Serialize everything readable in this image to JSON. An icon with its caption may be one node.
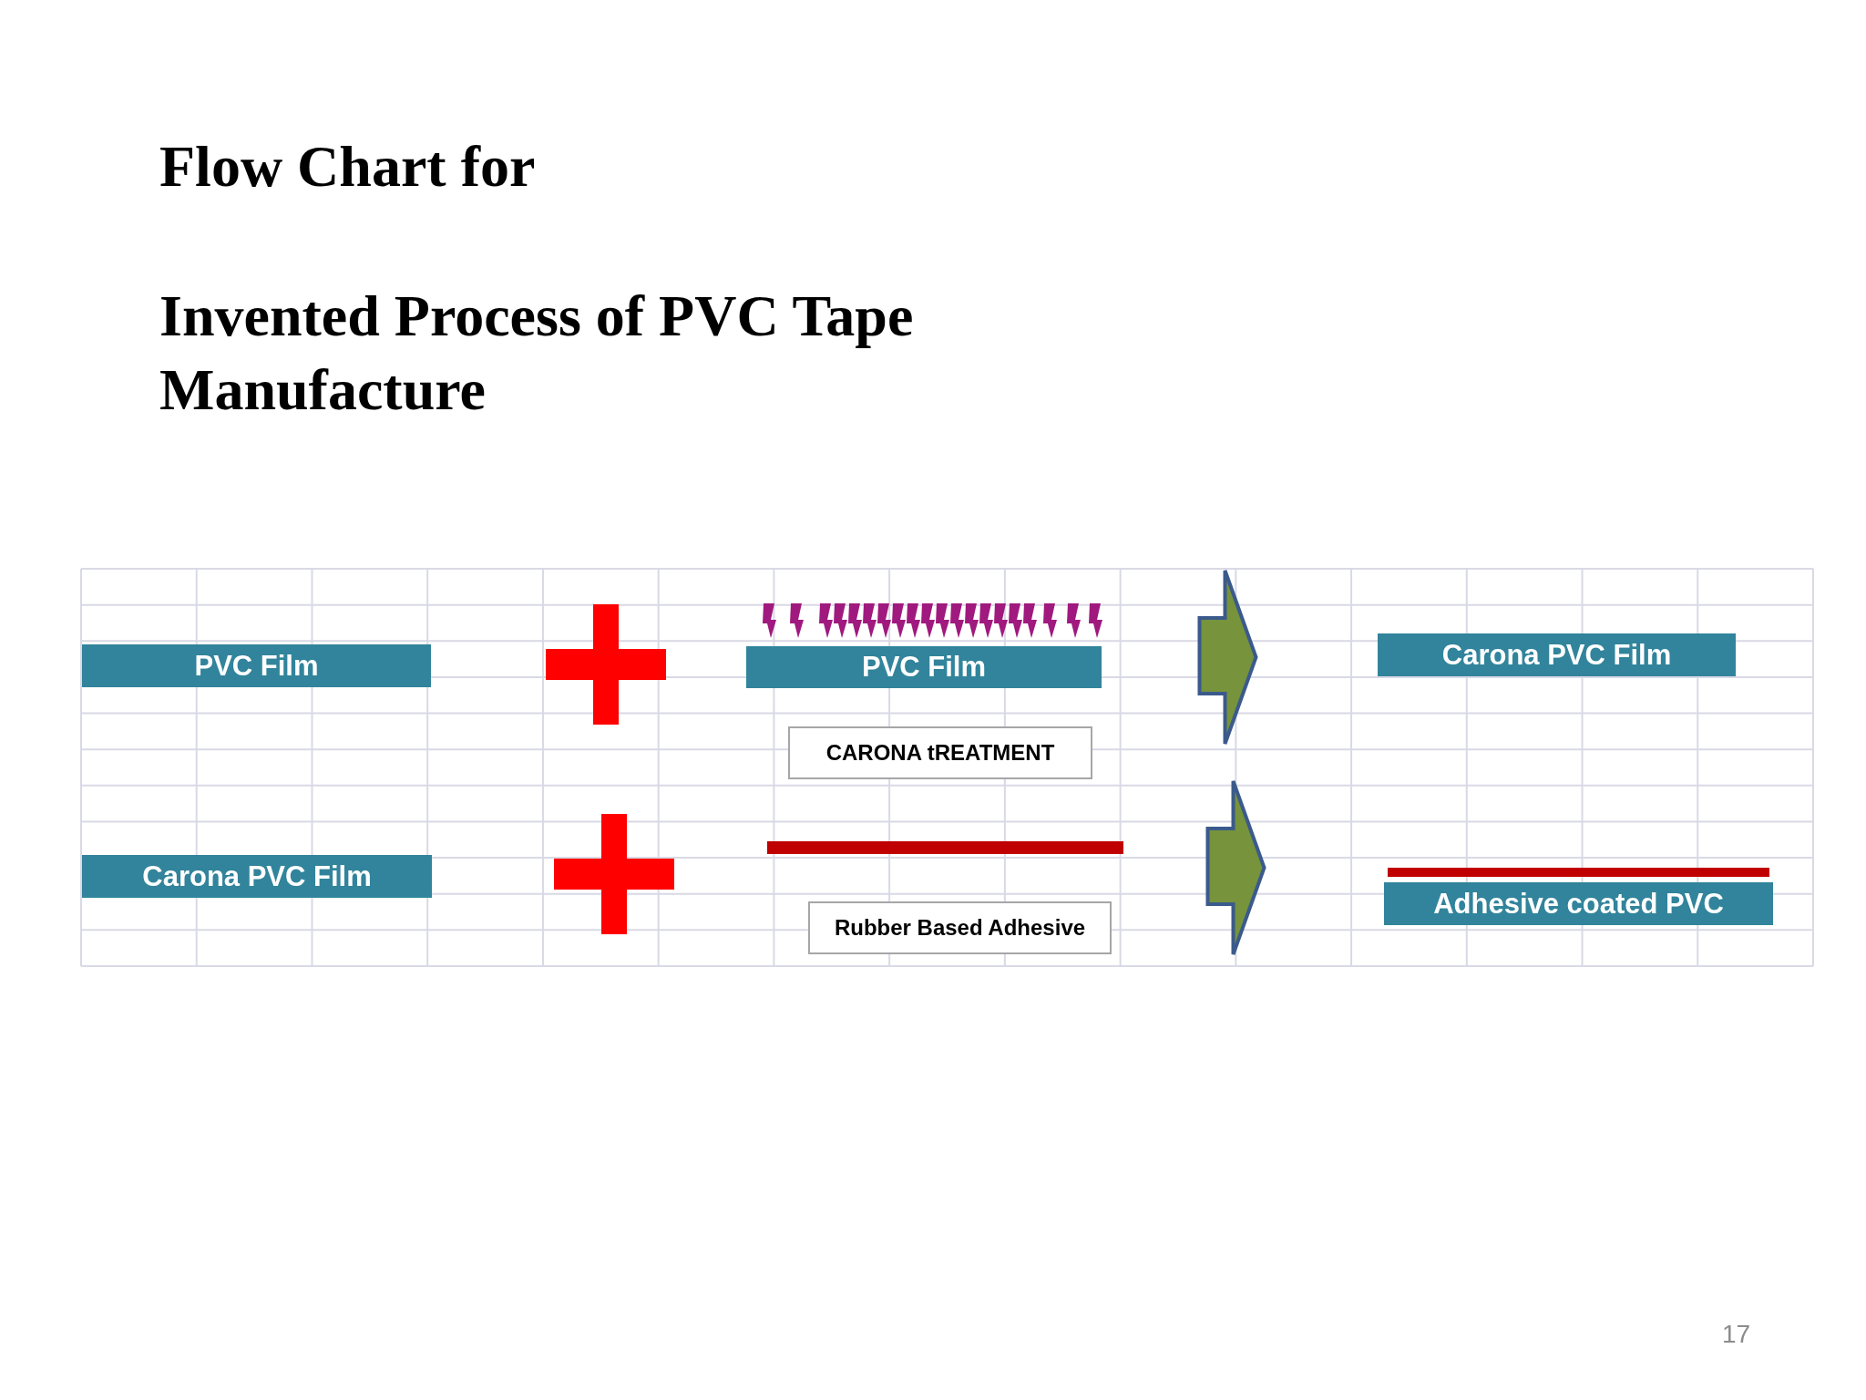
{
  "diagram": {
    "title": "Flow Chart for",
    "nodes": [
      {
        "text": [
          "PVC Film"
        ]
      },
      {
        "text": [
          "PVC Film"
        ]
      },
      {
        "text": [
          "CARONA tREATMENT"
        ]
      },
      {
        "text": [
          "Carona PVC Film"
        ]
      },
      {
        "text": [
          "Carona PVC Film"
        ]
      },
      {
        "text": [
          "Rubber Based Adhesive"
        ]
      },
      {
        "text": [
          "Adhesive coated PVC"
        ]
      },
      {
        "text": [],
        "shape": "bar"
      },
      {
        "text": [],
        "shape": "bar"
      }
    ],
    "edges": [
      {
        "from": 1,
        "to": 3,
        "arrow": "to"
      },
      {
        "from": 5,
        "to": 6,
        "arrow": "to"
      }
    ],
    "labels": [
      "Invented  Process of  PVC Tape Manufacture",
      "17"
    ]
  }
}
